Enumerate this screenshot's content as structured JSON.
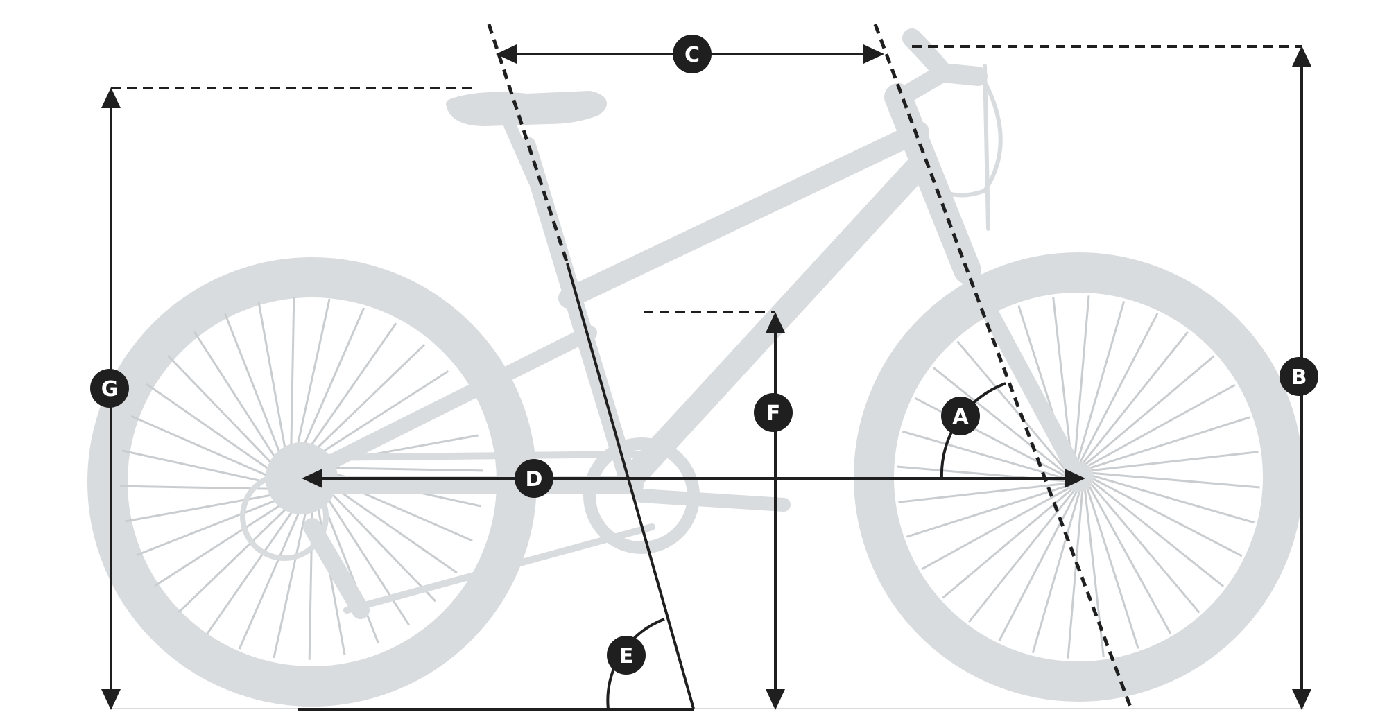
{
  "colors": {
    "bike": "#d9dcde",
    "spoke": "#c9cdd0",
    "ink": "#1f1f1f",
    "badge_fill": "#1f1f1f",
    "badge_text": "#ffffff",
    "background": "#ffffff"
  },
  "labels": {
    "a": "A",
    "b": "B",
    "c": "C",
    "d": "D",
    "e": "E",
    "f": "F",
    "g": "G"
  }
}
